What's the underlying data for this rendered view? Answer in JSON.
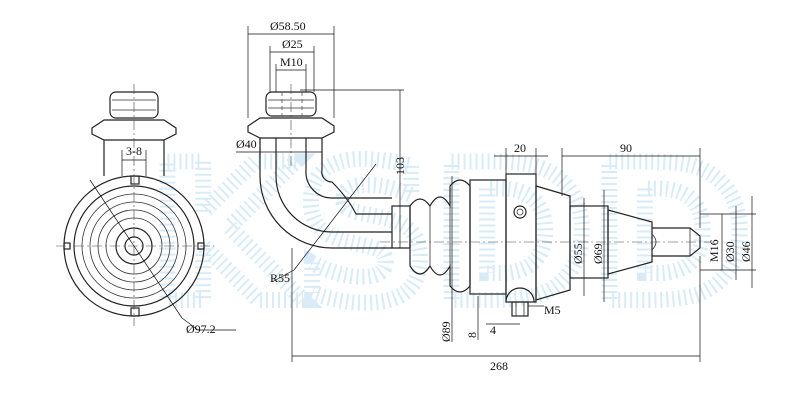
{
  "watermark": {
    "text": "KSDD",
    "color": "#b9dcf2"
  },
  "colors": {
    "line": "#222222",
    "background": "#ffffff"
  },
  "dimensions": {
    "d_flange": "Ø58.50",
    "d_neck": "Ø25",
    "thread_top": "M10",
    "d_tube": "Ø40",
    "slot": "3-8",
    "d_body": "Ø97.2",
    "height": "103",
    "radius": "R55",
    "width_flange": "20",
    "length_shank": "90",
    "d_55": "Ø55",
    "d_69": "Ø69",
    "d_89": "Ø89",
    "d_30": "Ø30",
    "d_46": "Ø46",
    "thread_end": "M16",
    "thread_side": "M5",
    "dim_8": "8",
    "dim_4": "4",
    "overall": "268"
  }
}
